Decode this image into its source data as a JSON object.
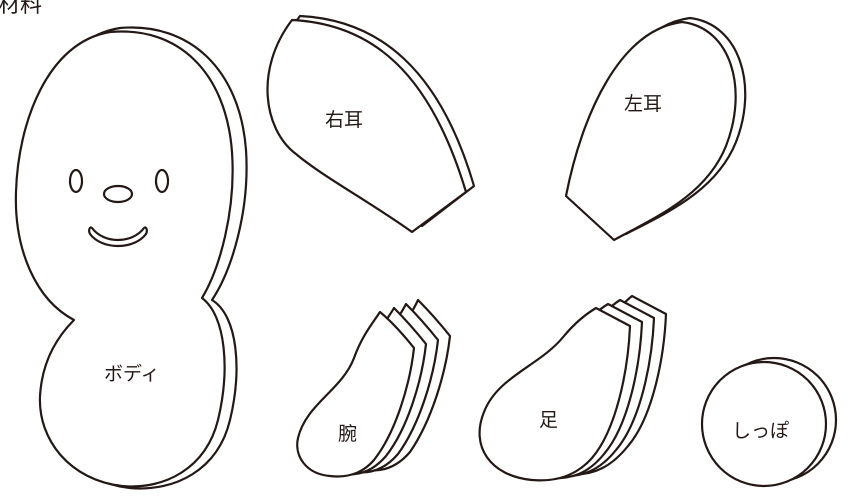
{
  "title": "材料",
  "pieces": {
    "body": "ボディ",
    "right_ear": "右耳",
    "left_ear": "左耳",
    "arm": "腕",
    "leg": "足",
    "tail": "しっぽ"
  },
  "colors": {
    "stroke": "#231815",
    "fill": "#ffffff"
  }
}
